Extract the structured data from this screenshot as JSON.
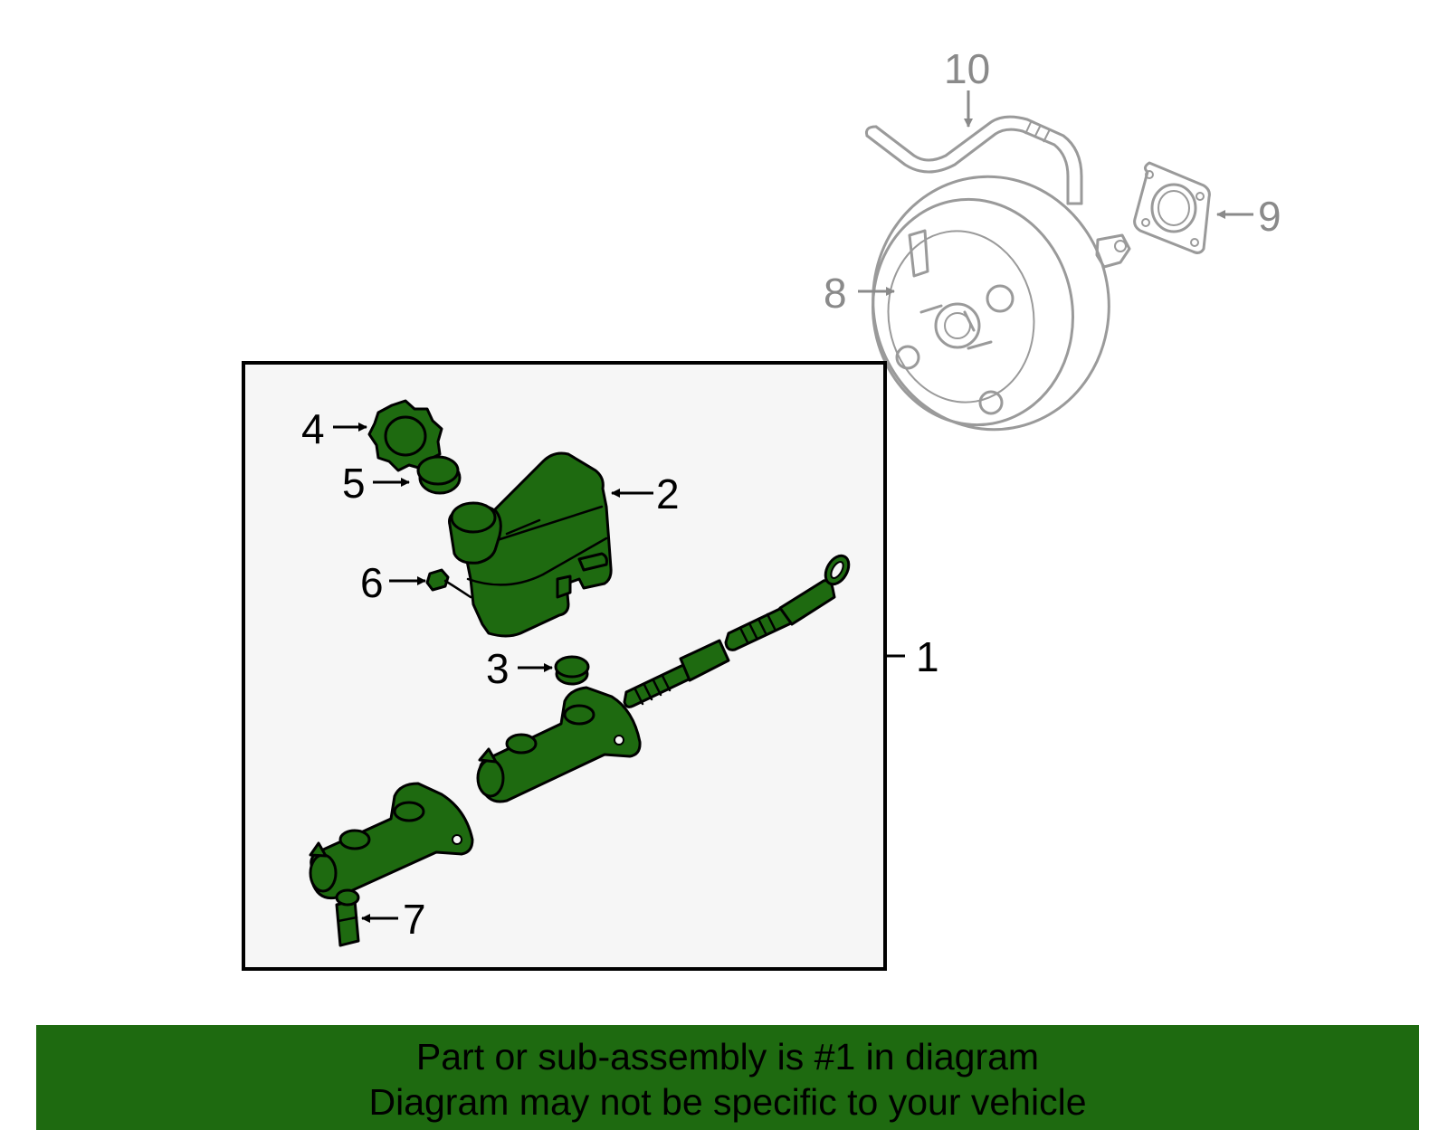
{
  "callouts": {
    "c1": "1",
    "c2": "2",
    "c3": "3",
    "c4": "4",
    "c5": "5",
    "c6": "6",
    "c7": "7",
    "c8": "8",
    "c9": "9",
    "c10": "10"
  },
  "banner": {
    "line1": "Part or sub-assembly is #1 in diagram",
    "line2": "Diagram may not be specific to your vehicle"
  },
  "colors": {
    "highlight_part": "#1e6a10",
    "banner_background": "#1e6a10",
    "box_background": "#f6f6f6",
    "non_included_parts": "#9a9a9a"
  }
}
